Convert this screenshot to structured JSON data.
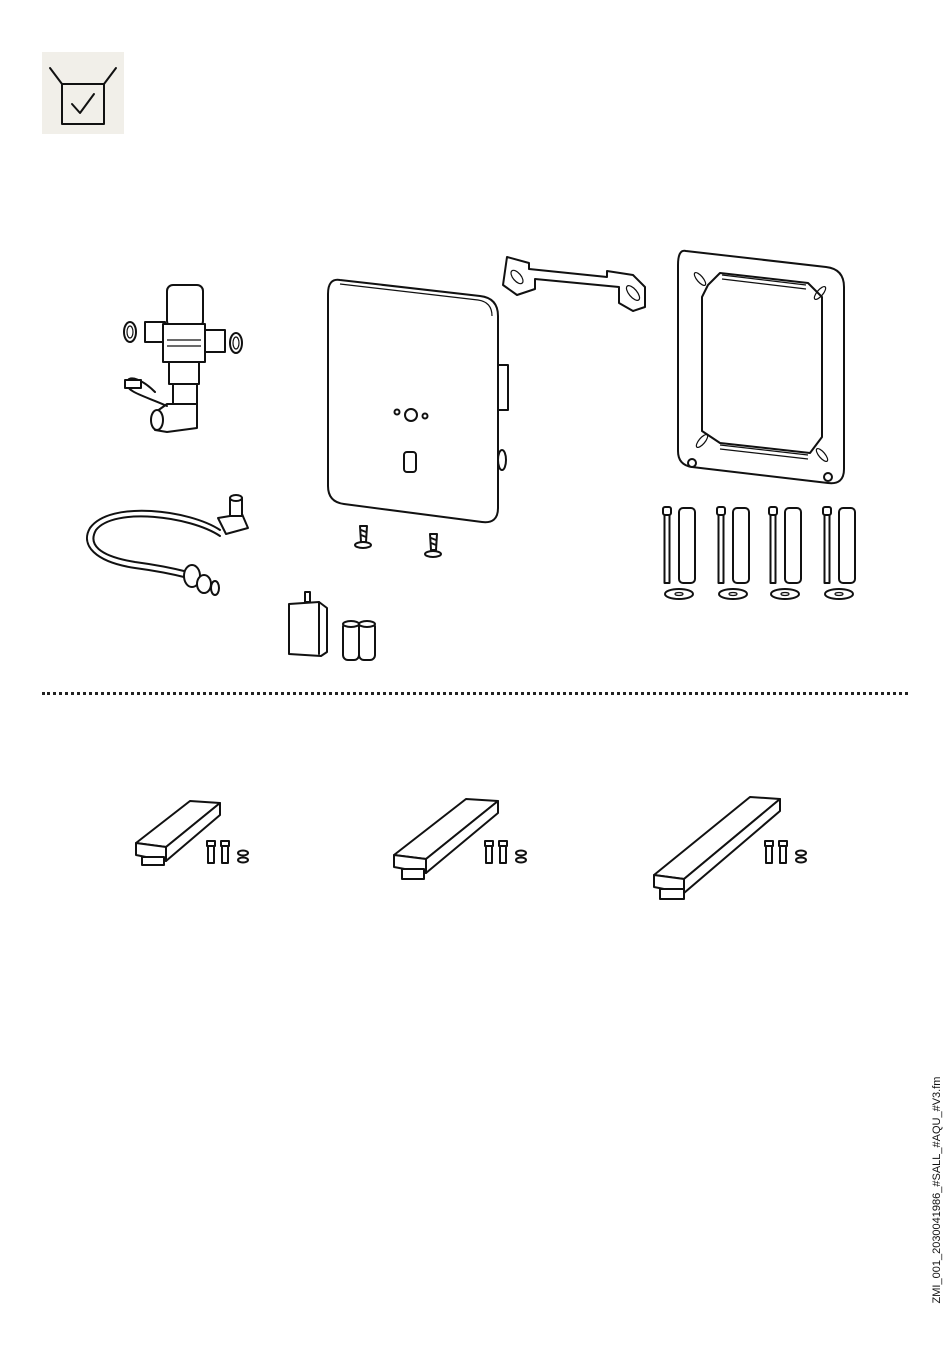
{
  "page": {
    "background": "#ffffff",
    "badge_background": "#f1efe9",
    "line_color": "#111111"
  },
  "header": {
    "icon": "box-checkmark-icon"
  },
  "parts": [
    {
      "name": "thermostatic-mixing-valve"
    },
    {
      "name": "connection-hose"
    },
    {
      "name": "electronics-cover-plate"
    },
    {
      "name": "fixing-screws"
    },
    {
      "name": "mounting-bracket"
    },
    {
      "name": "mounting-frame"
    },
    {
      "name": "bolts-spacers-washers"
    },
    {
      "name": "battery-box-and-batteries"
    }
  ],
  "spouts": [
    {
      "name": "spout-short"
    },
    {
      "name": "spout-medium"
    },
    {
      "name": "spout-long"
    }
  ],
  "footer": {
    "filename": "ZMI_001_2030041986_#SALL_#AQU_#V3.fm"
  }
}
